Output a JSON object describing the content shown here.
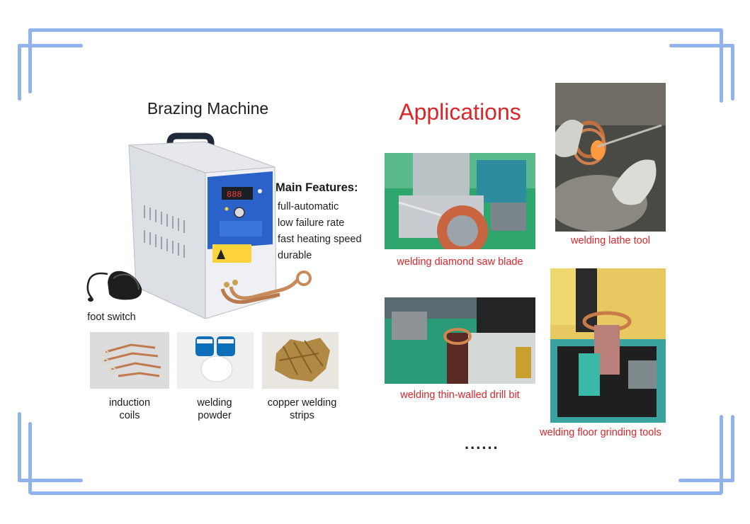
{
  "left": {
    "title": "Brazing Machine",
    "features_heading": "Main Features:",
    "features": [
      "full-automatic",
      "low failure rate",
      "fast heating speed",
      "durable"
    ],
    "foot_switch_label": "foot switch",
    "accessories": [
      {
        "label_line1": "induction",
        "label_line2": "coils"
      },
      {
        "label_line1": "welding",
        "label_line2": "powder"
      },
      {
        "label_line1": "copper welding",
        "label_line2": "strips"
      }
    ]
  },
  "right": {
    "title": "Applications",
    "applications": [
      {
        "label": "welding diamond saw blade"
      },
      {
        "label": "welding lathe tool"
      },
      {
        "label": "welding thin-walled drill bit"
      },
      {
        "label": "welding floor grinding tools"
      }
    ],
    "more": "......"
  },
  "colors": {
    "accent_red": "#d8262b",
    "frame_blue": "#8fb3ea"
  }
}
